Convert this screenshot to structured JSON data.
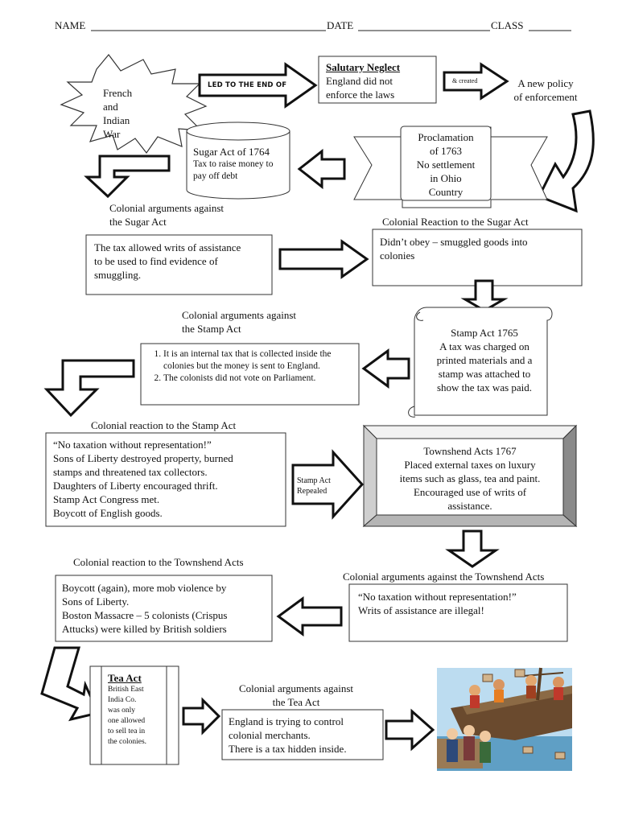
{
  "header": {
    "name_label": "NAME",
    "date_label": "DATE",
    "class_label": "CLASS"
  },
  "french_indian_war": [
    "French",
    "and",
    "Indian",
    "War"
  ],
  "arrow_led_to": "LED TO THE END OF",
  "salutary_neglect": {
    "title": "Salutary Neglect",
    "lines": [
      "England did not",
      "enforce the laws"
    ]
  },
  "arrow_created": "& created",
  "new_policy": [
    "A new policy",
    "of enforcement"
  ],
  "proclamation": [
    "Proclamation",
    "of 1763",
    "No settlement",
    "in Ohio",
    "Country"
  ],
  "sugar_act": {
    "title": "Sugar Act of 1764",
    "lines": [
      "Tax to raise money to",
      "pay off debt"
    ]
  },
  "sugar_arguments": {
    "heading": [
      "Colonial arguments against",
      "the Sugar Act"
    ],
    "lines": [
      "The tax allowed writs of assistance",
      "to be used to find evidence of",
      "smuggling."
    ]
  },
  "sugar_reaction": {
    "heading": "Colonial Reaction to the Sugar Act",
    "lines": [
      "Didn’t obey – smuggled goods into",
      "colonies"
    ]
  },
  "stamp_act": {
    "lines": [
      "Stamp Act 1765",
      "A tax was charged on",
      "printed materials and a",
      "stamp was attached to",
      "show the tax was paid."
    ]
  },
  "stamp_arguments": {
    "heading": [
      "Colonial arguments against",
      "the Stamp Act"
    ],
    "items": [
      "It is an internal tax that is collected inside the colonies but the money is sent to England.",
      "The colonists did not vote on Parliament."
    ]
  },
  "stamp_reaction": {
    "heading": "Colonial reaction to the Stamp Act",
    "lines": [
      "“No taxation without representation!”",
      "Sons of Liberty destroyed property, burned",
      "stamps and threatened tax collectors.",
      "Daughters of Liberty encouraged thrift.",
      "Stamp Act Congress met.",
      "Boycott of English goods."
    ]
  },
  "arrow_repealed": [
    "Stamp Act",
    "Repealed"
  ],
  "townshend_acts": {
    "lines": [
      "Townshend Acts 1767",
      "Placed external taxes on luxury",
      "items such as glass, tea and paint.",
      "Encouraged use of writs of",
      "assistance."
    ]
  },
  "townshend_arguments": {
    "heading": "Colonial arguments against the Townshend Acts",
    "lines": [
      "“No taxation without representation!”",
      "Writs of assistance are illegal!"
    ]
  },
  "townshend_reaction": {
    "heading": "Colonial reaction to the Townshend Acts",
    "lines": [
      "Boycott (again), more mob violence by",
      "Sons of Liberty.",
      "Boston Massacre – 5 colonists (Crispus",
      "Attucks) were killed by British soldiers"
    ]
  },
  "tea_act": {
    "title": "Tea Act",
    "lines": [
      "British East",
      "India Co.",
      "was only",
      "one allowed",
      "to sell tea in",
      "the colonies."
    ]
  },
  "tea_arguments": {
    "heading": [
      "Colonial arguments against",
      "the Tea Act"
    ],
    "lines": [
      "England is trying to control",
      "colonial merchants.",
      "There is a tax hidden inside."
    ]
  }
}
